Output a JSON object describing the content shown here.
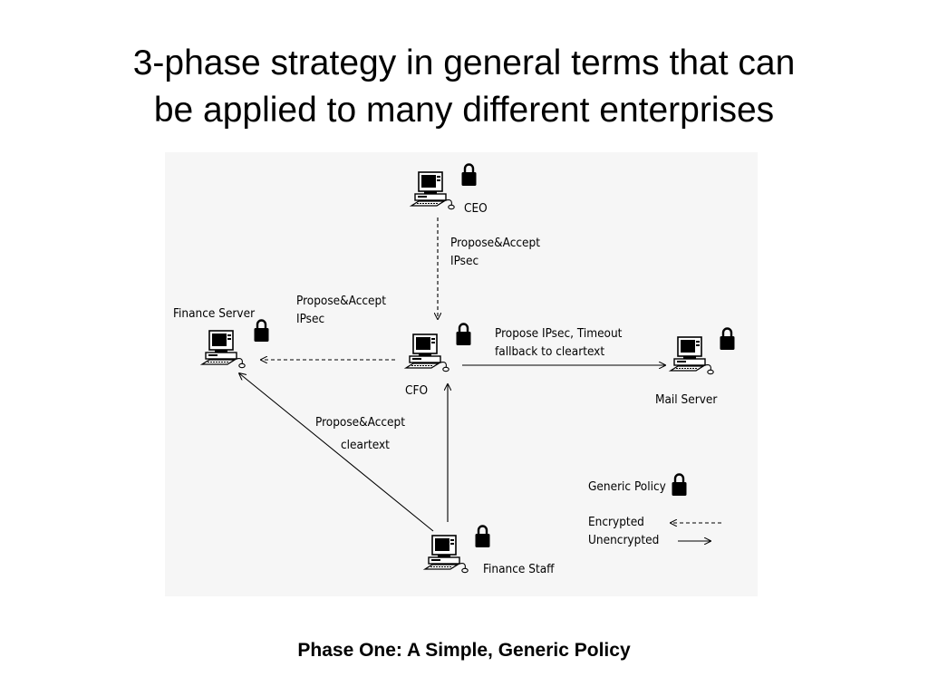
{
  "slide": {
    "title_lines": [
      "3-phase strategy in general terms that can",
      "be applied to many different enterprises"
    ],
    "caption": "Phase One: A Simple, Generic Policy"
  },
  "nodes": {
    "ceo": "CEO",
    "finance_server": "Finance Server",
    "cfo": "CFO",
    "mail_server": "Mail Server",
    "finance_staff": "Finance Staff"
  },
  "edges": {
    "ceo_cfo": [
      "Propose&Accept",
      "IPsec"
    ],
    "cfo_finance_server": [
      "Propose&Accept",
      "IPsec"
    ],
    "cfo_mail_server": [
      "Propose IPsec, Timeout",
      "fallback to cleartext"
    ],
    "staff_finance_server": [
      "Propose&Accept",
      "cleartext"
    ]
  },
  "legend": {
    "generic_policy": "Generic Policy",
    "encrypted": "Encrypted",
    "unencrypted": "Unencrypted"
  },
  "icons": {
    "computer": "computer-workstation-icon",
    "lock": "padlock-icon"
  }
}
